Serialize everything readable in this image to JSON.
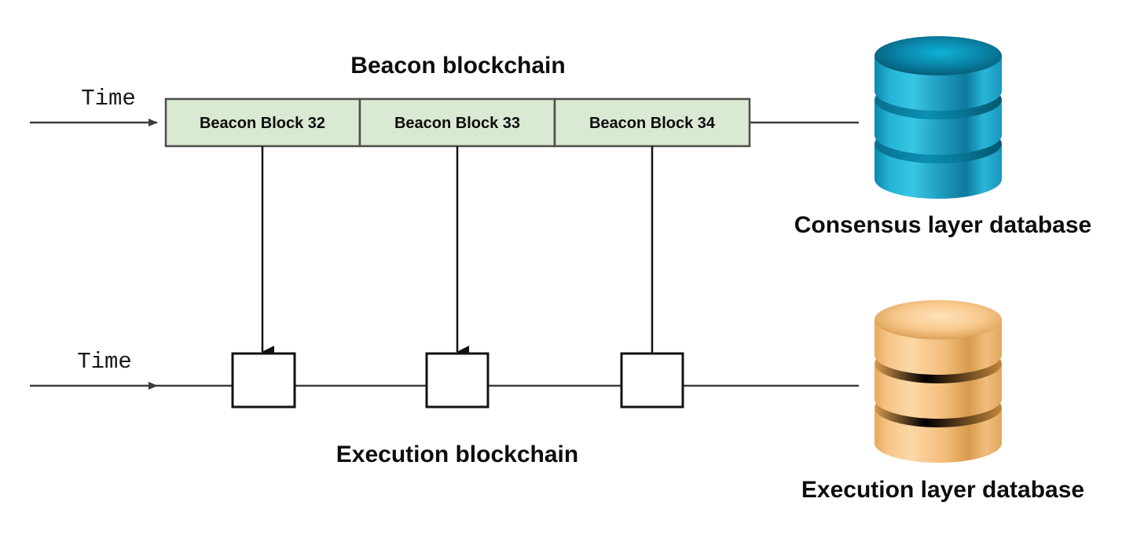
{
  "diagram": {
    "title_beacon": "Beacon blockchain",
    "title_execution": "Execution blockchain",
    "time_label_top": "Time",
    "time_label_bottom": "Time",
    "colors": {
      "beacon_block_fill": "#dae9d2",
      "beacon_block_stroke": "#4d4d4d",
      "timeline_stroke": "#3d3d3d",
      "execution_block_fill": "#ffffff",
      "execution_block_stroke": "#121212",
      "consensus_db_light": "#2fc0e0",
      "consensus_db_dark": "#026b8a",
      "execution_db_light": "#ffd9a0",
      "execution_db_dark": "#c98a33",
      "text": "#0d0d0d",
      "background": "#ffffff"
    },
    "beacon_blocks": [
      {
        "label": "Beacon Block 32"
      },
      {
        "label": "Beacon Block 33"
      },
      {
        "label": "Beacon Block 34"
      }
    ],
    "execution_blocks": [
      {
        "label": ""
      },
      {
        "label": ""
      },
      {
        "label": ""
      }
    ],
    "databases": [
      {
        "caption": "Consensus layer database",
        "kind": "consensus"
      },
      {
        "caption": "Execution layer database",
        "kind": "execution"
      }
    ]
  }
}
